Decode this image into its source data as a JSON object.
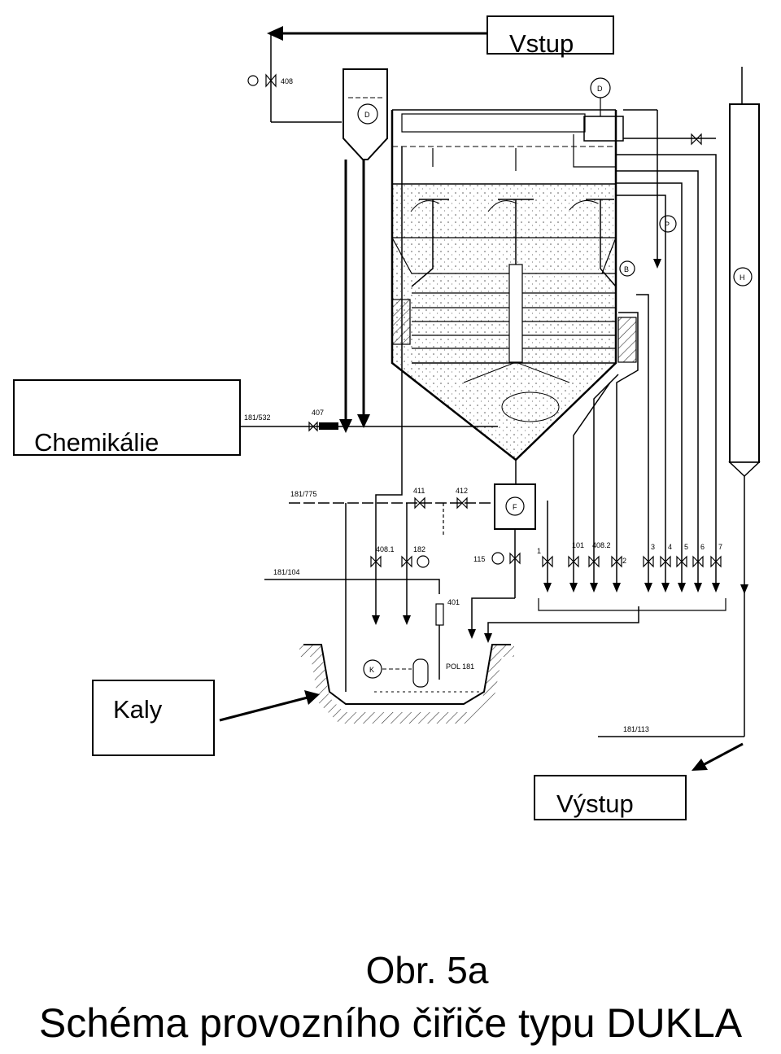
{
  "labels": {
    "input": "Vstup",
    "chemicals": "Chemikálie",
    "sludge": "Kaly",
    "output": "Výstup"
  },
  "caption": {
    "figure_number": "Obr. 5a",
    "title": "Schéma provozního čiřiče typu DUKLA"
  },
  "drawing_text": {
    "valve_408": "408",
    "pipe_181_532": "181/532",
    "valve_407": "407",
    "pipe_181_775": "181/775",
    "valve_411": "411",
    "valve_412": "412",
    "valve_408_1": "408.1",
    "valve_182": "182",
    "valve_115": "115",
    "pipe_181_104": "181/104",
    "valve_401": "401",
    "pol_label": "POL 181",
    "pipe_181_113": "181/113",
    "valve_1": "1",
    "valve_101": "101",
    "valve_408_2": "408.2",
    "valve_2": "2",
    "valve_3": "3",
    "valve_4": "4",
    "valve_5": "5",
    "valve_6": "6",
    "valve_7": "7",
    "unit_d": "D",
    "unit_f": "F",
    "unit_h": "H",
    "unit_k": "K",
    "unit_p": "P",
    "unit_b": "B"
  }
}
